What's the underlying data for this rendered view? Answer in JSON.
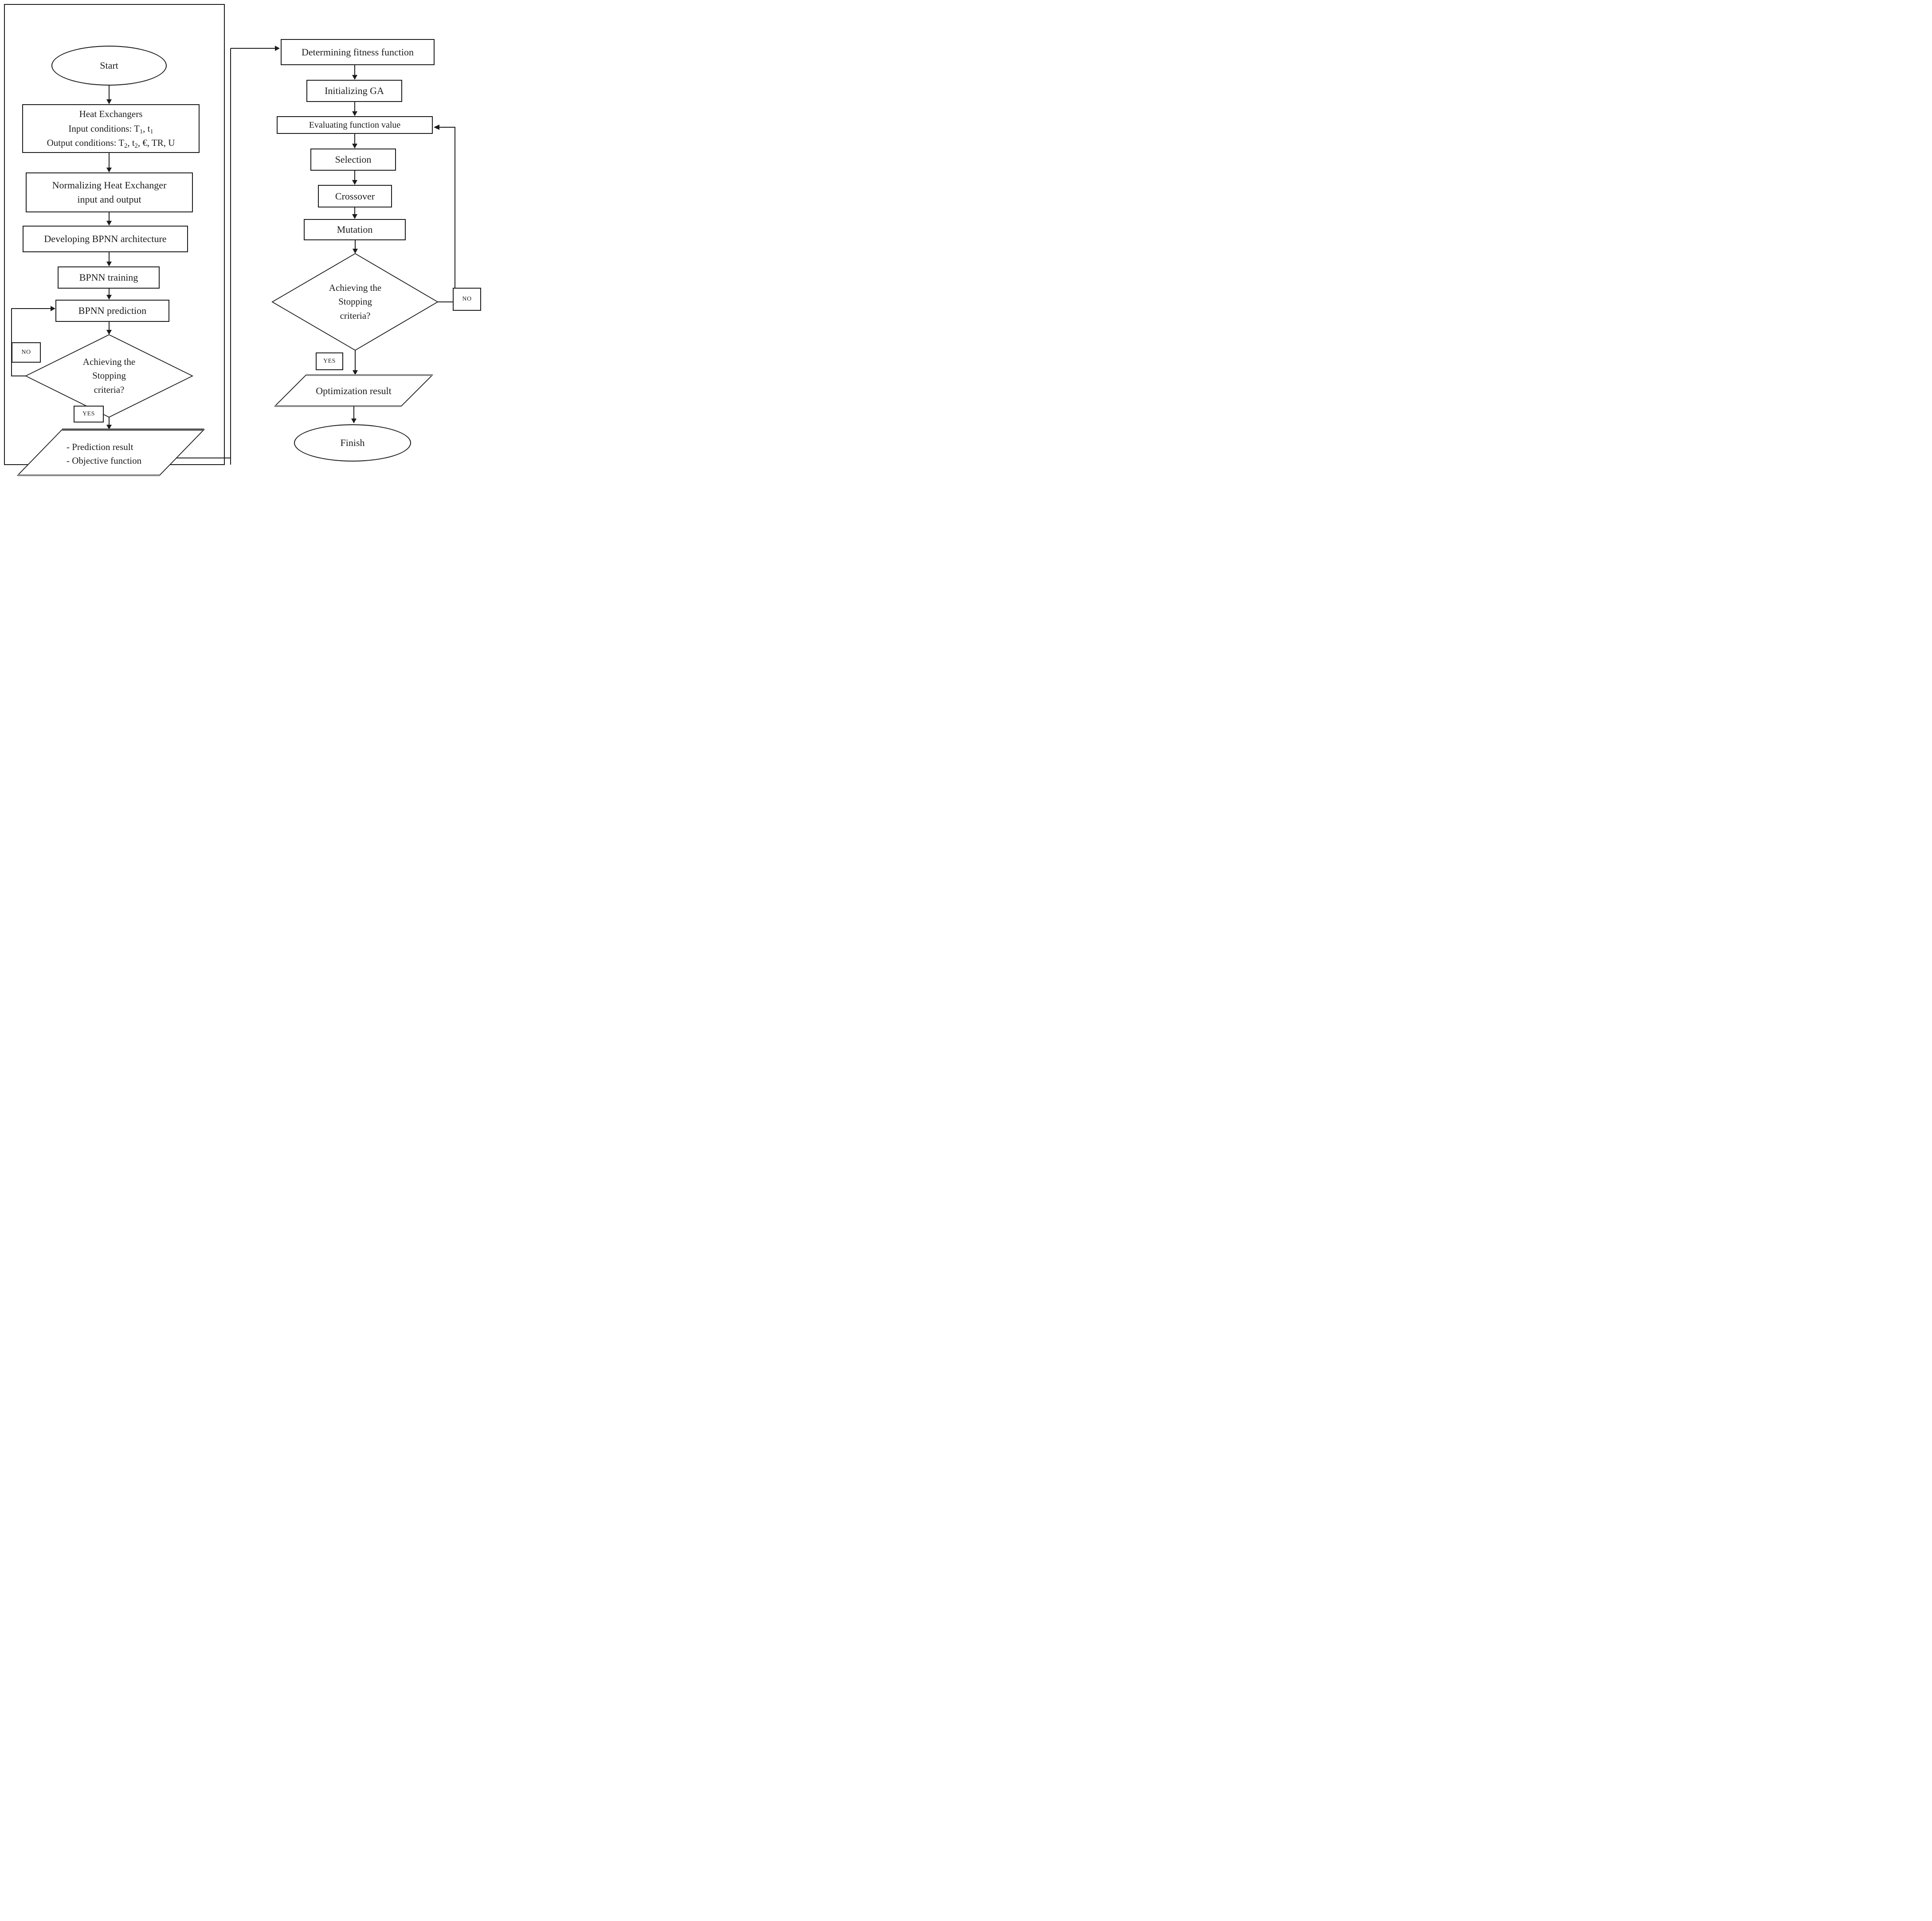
{
  "left_flow": {
    "start_label": "Start",
    "heat_box": {
      "line1": "Heat Exchangers",
      "line2_prefix": "Input conditions: T",
      "sub_1": "1",
      "line2_mid": ", t",
      "line3_prefix": "Output conditions: T",
      "sub_2": "2",
      "line3_mid": ", t",
      "line3_suffix": ", €, TR, U"
    },
    "normalizing_box": {
      "line1": "Normalizing Heat Exchanger",
      "line2": "input and output"
    },
    "developing_box": "Developing BPNN architecture",
    "training_box": "BPNN training",
    "prediction_box": "BPNN prediction",
    "decision": {
      "line1": "Achieving the",
      "line2": "Stopping",
      "line3": "criteria?"
    },
    "no_label": "NO",
    "yes_label": "YES",
    "result_parallelogram": {
      "line1": "- Prediction result",
      "line2": "- Objective function"
    }
  },
  "right_flow": {
    "determining_box": "Determining fitness function",
    "initializing_box": "Initializing GA",
    "evaluating_box": "Evaluating function value",
    "selection_box": "Selection",
    "crossover_box": "Crossover",
    "mutation_box": "Mutation",
    "decision": {
      "line1": "Achieving the",
      "line2": "Stopping",
      "line3": "criteria?"
    },
    "no_label": "NO",
    "yes_label": "YES",
    "optimization_parallelogram": "Optimization result",
    "finish_label": "Finish"
  },
  "colors": {
    "line": "#1c1c1c",
    "shadow": "#8a8a8a",
    "background": "#ffffff"
  }
}
